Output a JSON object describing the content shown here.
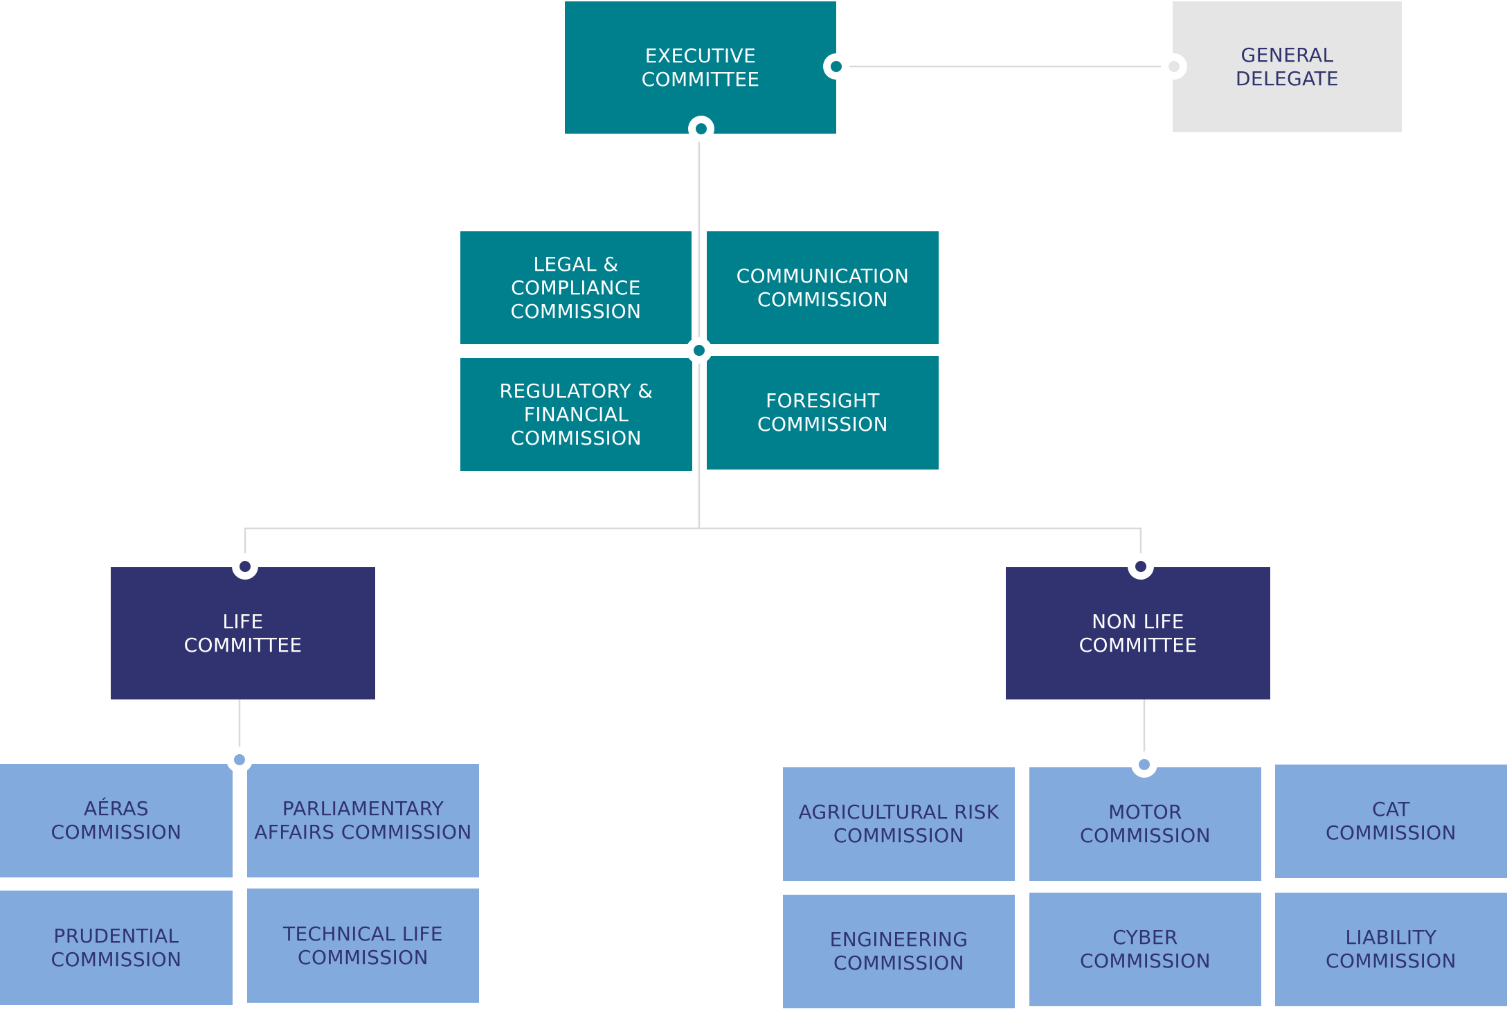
{
  "executive": {
    "label": "EXECUTIVE\nCOMMITTEE"
  },
  "general_delegate": {
    "label": "GENERAL\nDELEGATE"
  },
  "exec_commissions": [
    {
      "label": "LEGAL &\nCOMPLIANCE\nCOMMISSION"
    },
    {
      "label": "COMMUNICATION\nCOMMISSION"
    },
    {
      "label": "REGULATORY &\nFINANCIAL\nCOMMISSION"
    },
    {
      "label": "FORESIGHT\nCOMMISSION"
    }
  ],
  "life": {
    "label": "LIFE\nCOMMITTEE",
    "commissions": [
      {
        "label": "AÉRAS\nCOMMISSION"
      },
      {
        "label": "PARLIAMENTARY\nAFFAIRS COMMISSION"
      },
      {
        "label": "PRUDENTIAL\nCOMMISSION"
      },
      {
        "label": "TECHNICAL LIFE\nCOMMISSION"
      }
    ]
  },
  "non_life": {
    "label": "NON LIFE\nCOMMITTEE",
    "commissions": [
      {
        "label": "AGRICULTURAL RISK\nCOMMISSION"
      },
      {
        "label": "MOTOR\nCOMMISSION"
      },
      {
        "label": "CAT\nCOMMISSION"
      },
      {
        "label": "ENGINEERING\nCOMMISSION"
      },
      {
        "label": "CYBER\nCOMMISSION"
      },
      {
        "label": "LIABILITY\nCOMMISSION"
      }
    ]
  },
  "colors": {
    "teal": "#007f8c",
    "navy": "#30336f",
    "light_blue": "#83aadd",
    "grey": "#e5e5e5",
    "connector": "#dddddd"
  }
}
